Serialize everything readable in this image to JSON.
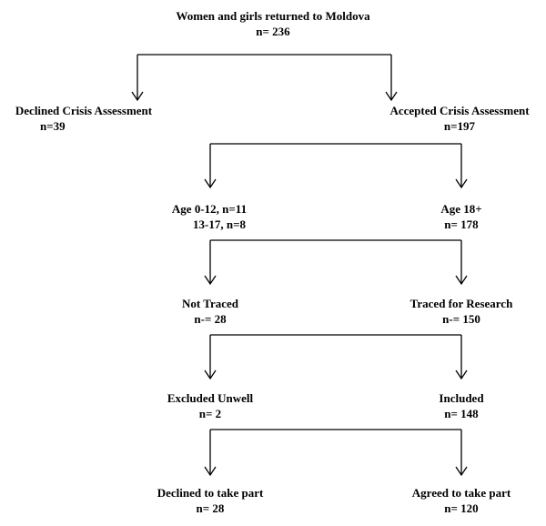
{
  "nodes": {
    "root": {
      "line1": "Women and girls returned to Moldova",
      "line2": "n= 236"
    },
    "declined_crisis": {
      "line1": "Declined Crisis Assessment",
      "line2": "n=39"
    },
    "accepted_crisis": {
      "line1": "Accepted Crisis Assessment",
      "line2": "n=197"
    },
    "age_minor": {
      "line1": "Age 0-12, n=11",
      "line2": "13-17, n=8"
    },
    "age_adult": {
      "line1": "Age 18+",
      "line2": "n= 178"
    },
    "not_traced": {
      "line1": "Not Traced",
      "line2": "n-= 28"
    },
    "traced": {
      "line1": "Traced for Research",
      "line2": "n-= 150"
    },
    "excluded": {
      "line1": "Excluded Unwell",
      "line2": "n= 2"
    },
    "included": {
      "line1": "Included",
      "line2": "n= 148"
    },
    "declined_part": {
      "line1": "Declined to take part",
      "line2": "n= 28"
    },
    "agreed_part": {
      "line1": "Agreed to take part",
      "line2": "n= 120"
    }
  }
}
